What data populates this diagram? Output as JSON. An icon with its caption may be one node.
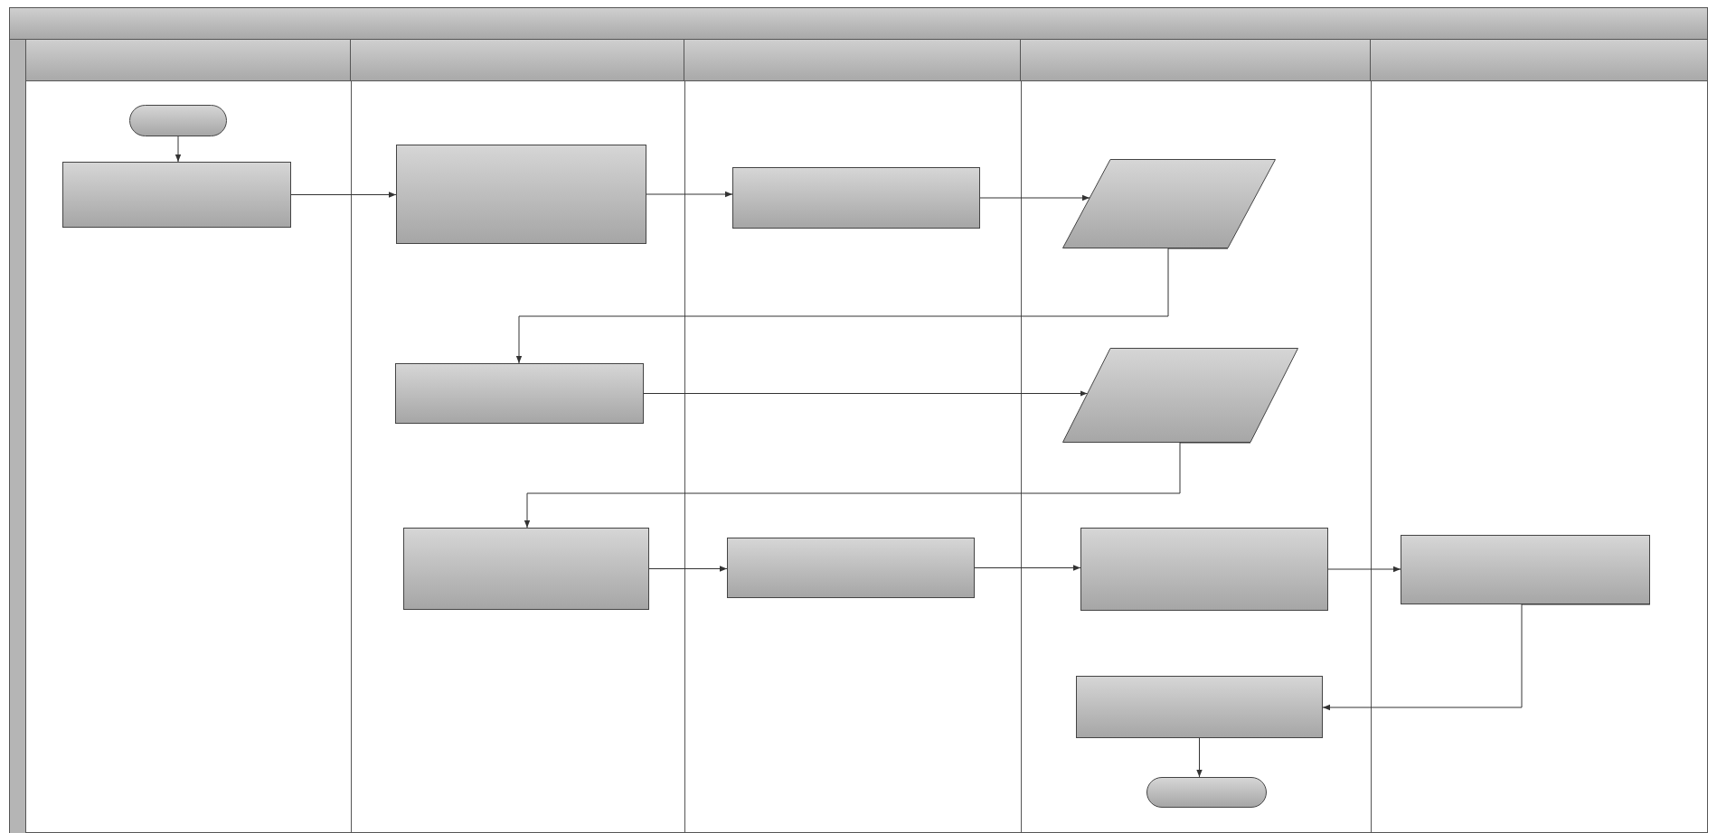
{
  "diagram": {
    "nodes": [
      {
        "text": [],
        "shape": "pill"
      },
      {
        "text": [],
        "shape": "box"
      },
      {
        "text": [],
        "shape": "box"
      },
      {
        "text": [],
        "shape": "box"
      },
      {
        "text": [],
        "shape": "parallelogram"
      },
      {
        "text": [],
        "shape": "box"
      },
      {
        "text": [],
        "shape": "parallelogram"
      },
      {
        "text": [],
        "shape": "box"
      },
      {
        "text": [],
        "shape": "box"
      },
      {
        "text": [],
        "shape": "box"
      },
      {
        "text": [],
        "shape": "box"
      },
      {
        "text": [],
        "shape": "box"
      },
      {
        "text": [],
        "shape": "pill"
      }
    ],
    "edges": [
      {
        "from": 0,
        "to": 1,
        "arrow": "to"
      },
      {
        "from": 1,
        "to": 2,
        "arrow": "to"
      },
      {
        "from": 2,
        "to": 3,
        "arrow": "to"
      },
      {
        "from": 3,
        "to": 4,
        "arrow": "to"
      },
      {
        "from": 4,
        "to": 5,
        "arrow": "to"
      },
      {
        "from": 5,
        "to": 6,
        "arrow": "to"
      },
      {
        "from": 6,
        "to": 7,
        "arrow": "to"
      },
      {
        "from": 7,
        "to": 8,
        "arrow": "to"
      },
      {
        "from": 8,
        "to": 9,
        "arrow": "to"
      },
      {
        "from": 9,
        "to": 10,
        "arrow": "to"
      },
      {
        "from": 10,
        "to": 11,
        "arrow": "to"
      },
      {
        "from": 11,
        "to": 12,
        "arrow": "to"
      }
    ]
  }
}
